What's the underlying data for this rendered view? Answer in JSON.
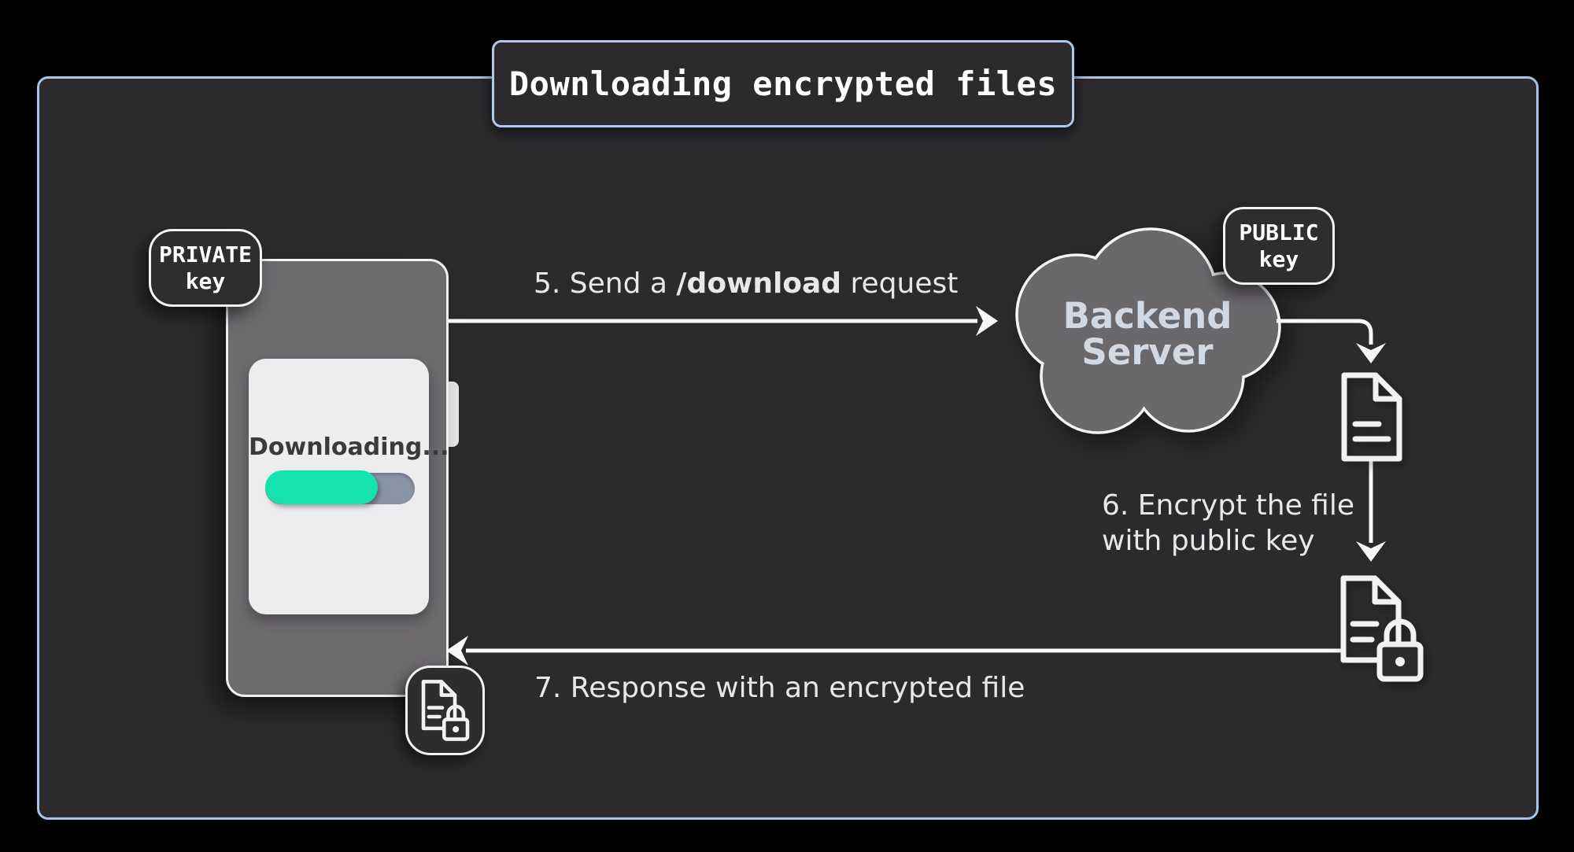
{
  "title": "Downloading encrypted files",
  "private_key_badge": {
    "line1": "PRIVATE",
    "line2": "key"
  },
  "public_key_badge": {
    "line1": "PUBLIC",
    "line2": "key"
  },
  "phone": {
    "status_label": "Downloading...",
    "progress_percent": 75
  },
  "cloud": {
    "line1": "Backend",
    "line2": "Server"
  },
  "steps": {
    "step5": {
      "prefix": "5. Send a ",
      "emphasis": "/download",
      "suffix": " request"
    },
    "step6": {
      "line1": "6. Encrypt the file",
      "line2": "with public key"
    },
    "step7": {
      "label": "7. Response with an encrypted file"
    }
  },
  "icons": {
    "document": "document-icon",
    "encrypted_document": "encrypted-document-lock-icon",
    "encrypted_file_badge": "encrypted-file-badge-icon",
    "backend_cloud": "cloud-icon"
  },
  "colors": {
    "background": "#000000",
    "panel": "#2C2A2D",
    "frame_border": "#A6C3EA",
    "badge_border": "#F2F2F2",
    "phone_body": "#6E6B6F",
    "phone_screen": "#EDEDEF",
    "progress_track": "#8B93A7",
    "progress_fill": "#16E2B0",
    "cloud_fill": "#6B686C",
    "cloud_text": "#D3D9E3",
    "label_text": "#E8E8EA",
    "status_text": "#3B393C",
    "arrow": "#F8F8F8"
  }
}
